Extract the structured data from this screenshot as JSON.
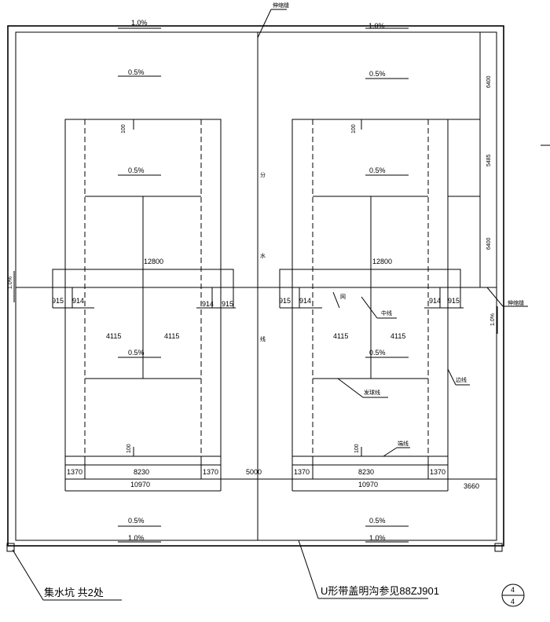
{
  "slopes": {
    "top_left": "1.0%",
    "top_right": "1.0%",
    "upper_left": "0.5%",
    "upper_right": "0.5%",
    "court_left_top": "0.5%",
    "court_right_top": "0.5%",
    "court_left_bottom": "0.5%",
    "court_right_bottom": "0.5%",
    "lower_left": "0.5%",
    "lower_right": "0.5%",
    "bottom_left": "1.0%",
    "bottom_right": "1.0%",
    "left_side": "1.0%",
    "right_side": "1.0%"
  },
  "dims": {
    "width_left": "12800",
    "width_right": "12800",
    "d915": "915",
    "d914": "914",
    "d4115": "4115",
    "d100": "100",
    "d1370": "1370",
    "d8230": "8230",
    "d10970": "10970",
    "gap": "5000",
    "right_margin": "3660",
    "v6400": "6400",
    "v5485": "5485"
  },
  "labels": {
    "fence_top": "伸缩缝",
    "fence_right": "伸缩缝",
    "center_v1": "分",
    "center_v2": "水",
    "center_v3": "线",
    "net": "网",
    "center_line": "中线",
    "service_line": "发球线",
    "side_line": "边线",
    "base_line": "端线"
  },
  "notes": {
    "sump": "集水坑 共2处",
    "gutter": "U形带盖明沟参见88ZJ901"
  },
  "sheet": {
    "num": "4",
    "total": "4"
  }
}
